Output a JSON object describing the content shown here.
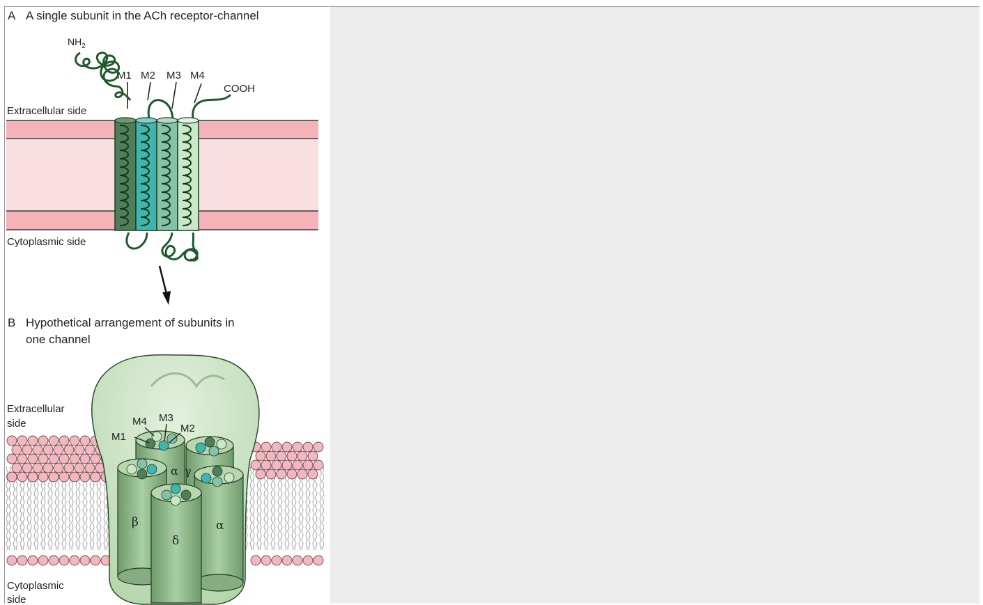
{
  "panel_a": {
    "letter": "A",
    "title": "A single subunit in the ACh receptor-channel",
    "nh2": "NH",
    "nh2_sub": "2",
    "cooh": "COOH",
    "segments": [
      "M1",
      "M2",
      "M3",
      "M4"
    ],
    "extracellular": "Extracellular side",
    "cytoplasmic": "Cytoplasmic side"
  },
  "panel_b": {
    "letter": "B",
    "title_line1": "Hypothetical arrangement of subunits in",
    "title_line2": "one channel",
    "extracellular_line1": "Extracellular",
    "extracellular_line2": "side",
    "cytoplasmic_line1": "Cytoplasmic",
    "cytoplasmic_line2": "side",
    "segments": [
      "M1",
      "M4",
      "M3",
      "M2"
    ],
    "subunits": {
      "alpha_top": "α",
      "gamma": "γ",
      "beta": "β",
      "delta": "δ",
      "alpha_right": "α"
    }
  },
  "colors": {
    "membrane_band": "#f4b3b8",
    "membrane_core": "#fadfe0",
    "helix_line": "#1f5a2a",
    "m1": "#4e7e5a",
    "m2": "#3fb5b0",
    "m3": "#86c2a8",
    "m4": "#c9e8c8",
    "channel_body": "#cde5c6",
    "subunit": "#9cc49a",
    "lipid_head": "#f5b7bf"
  }
}
